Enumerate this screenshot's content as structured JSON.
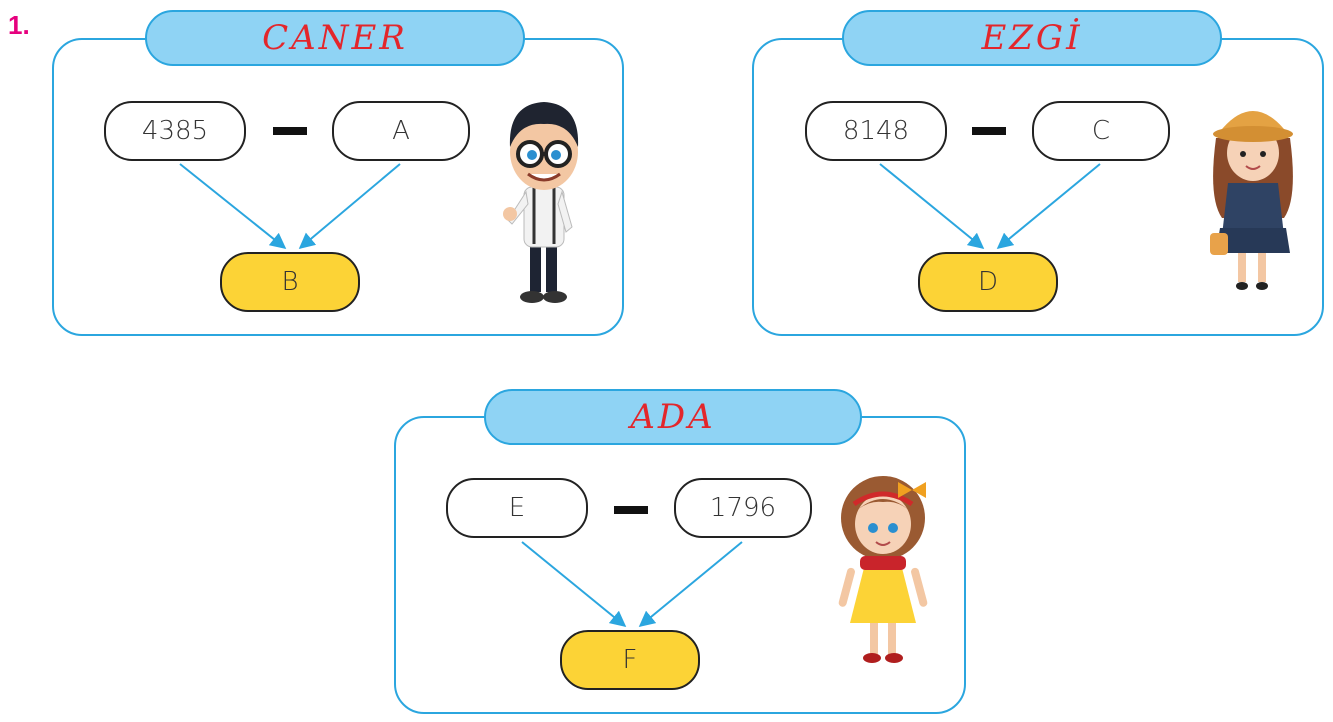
{
  "question_number": "1.",
  "colors": {
    "accent_blue": "#2ba6df",
    "tab_fill": "#8fd3f4",
    "name_red": "#e3262b",
    "result_yellow": "#fcd336",
    "number_pink": "#e6007e"
  },
  "panels": [
    {
      "name": "CANER",
      "left_value": "4385",
      "operator": "−",
      "right_value": "A",
      "result": "B",
      "character_icon": "boy-with-glasses-icon"
    },
    {
      "name": "EZGİ",
      "left_value": "8148",
      "operator": "−",
      "right_value": "C",
      "result": "D",
      "character_icon": "girl-with-hat-icon"
    },
    {
      "name": "ADA",
      "left_value": "E",
      "operator": "−",
      "right_value": "1796",
      "result": "F",
      "character_icon": "girl-with-bow-icon"
    }
  ]
}
